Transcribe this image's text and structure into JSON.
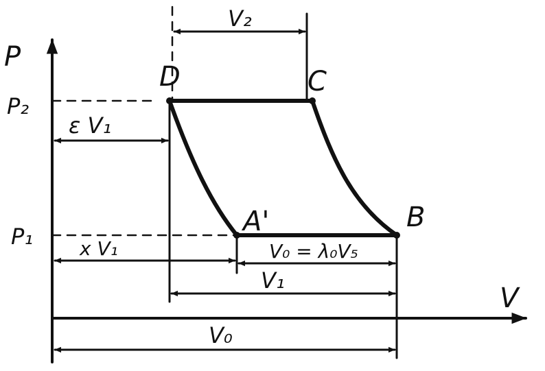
{
  "axes": {
    "pressure": "P",
    "volume": "V"
  },
  "pressure_levels": {
    "p2": "P₂",
    "p1": "P₁"
  },
  "points": {
    "d": "D",
    "c": "C",
    "a_prime": "A'",
    "b": "B"
  },
  "dimensions": {
    "v2": "V₂",
    "eps_v1": "ε V₁",
    "x_v1": "x V₁",
    "vs_eq": "V₀ = λ₀V₅",
    "v1": "V₁",
    "v0": "V₀"
  }
}
